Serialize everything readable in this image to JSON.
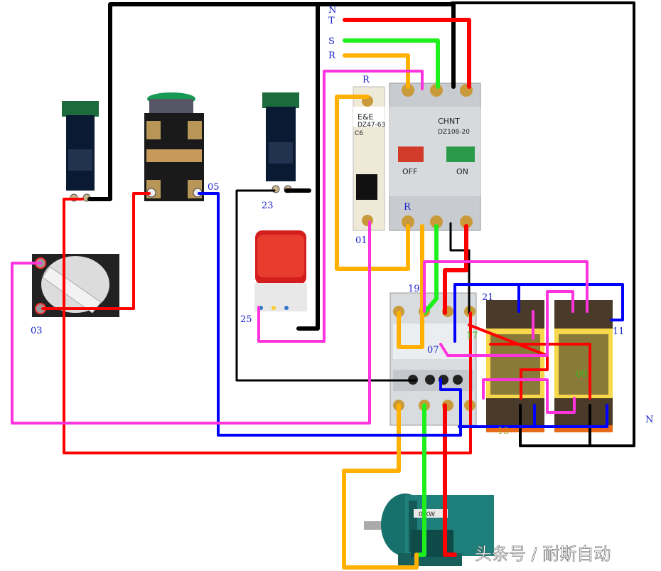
{
  "supply_labels": {
    "n": "N",
    "t": "T",
    "s": "S",
    "r": "R"
  },
  "terminal_labels": {
    "l01": "01",
    "l03": "03",
    "l05": "05",
    "l07": "07",
    "l09": "09",
    "l11": "11",
    "l13": "13",
    "l17": "17",
    "l19": "19",
    "l21": "21",
    "l23": "23",
    "l25": "25",
    "r_breaker": "R",
    "r_main": "R",
    "n_right": "N"
  },
  "breaker_small": {
    "brand": "E&E",
    "model": "DZ47-63",
    "rating": "C6"
  },
  "breaker_main": {
    "brand": "CHNT",
    "model": "DZ108-20",
    "off_label": "OFF",
    "on_label": "ON"
  },
  "motor": {
    "plate": "0 KW"
  },
  "watermark": "头条号 / 耐斯自动",
  "colors": {
    "red": "#ff0000",
    "green": "#1ef01e",
    "yellow": "#ffb000",
    "black": "#000000",
    "blue": "#0000ff",
    "magenta": "#ff33dd"
  }
}
